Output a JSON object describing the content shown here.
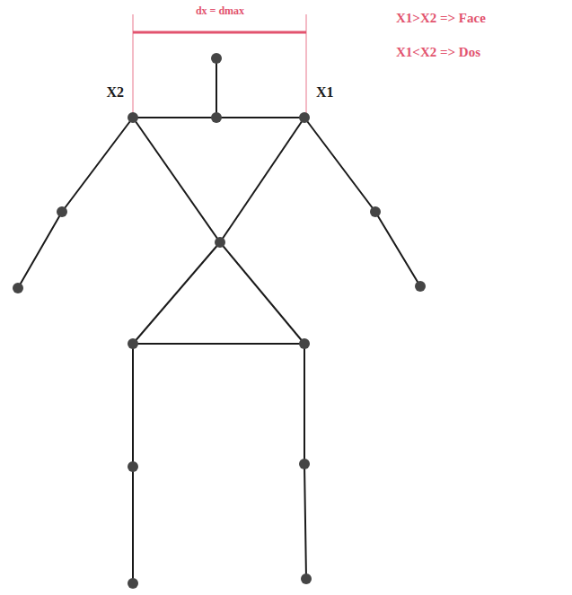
{
  "diagram": {
    "labels": [
      "dx = dmax",
      "X2",
      "X1",
      "X1>X2 => Face",
      "X1<X2 => Dos"
    ]
  }
}
